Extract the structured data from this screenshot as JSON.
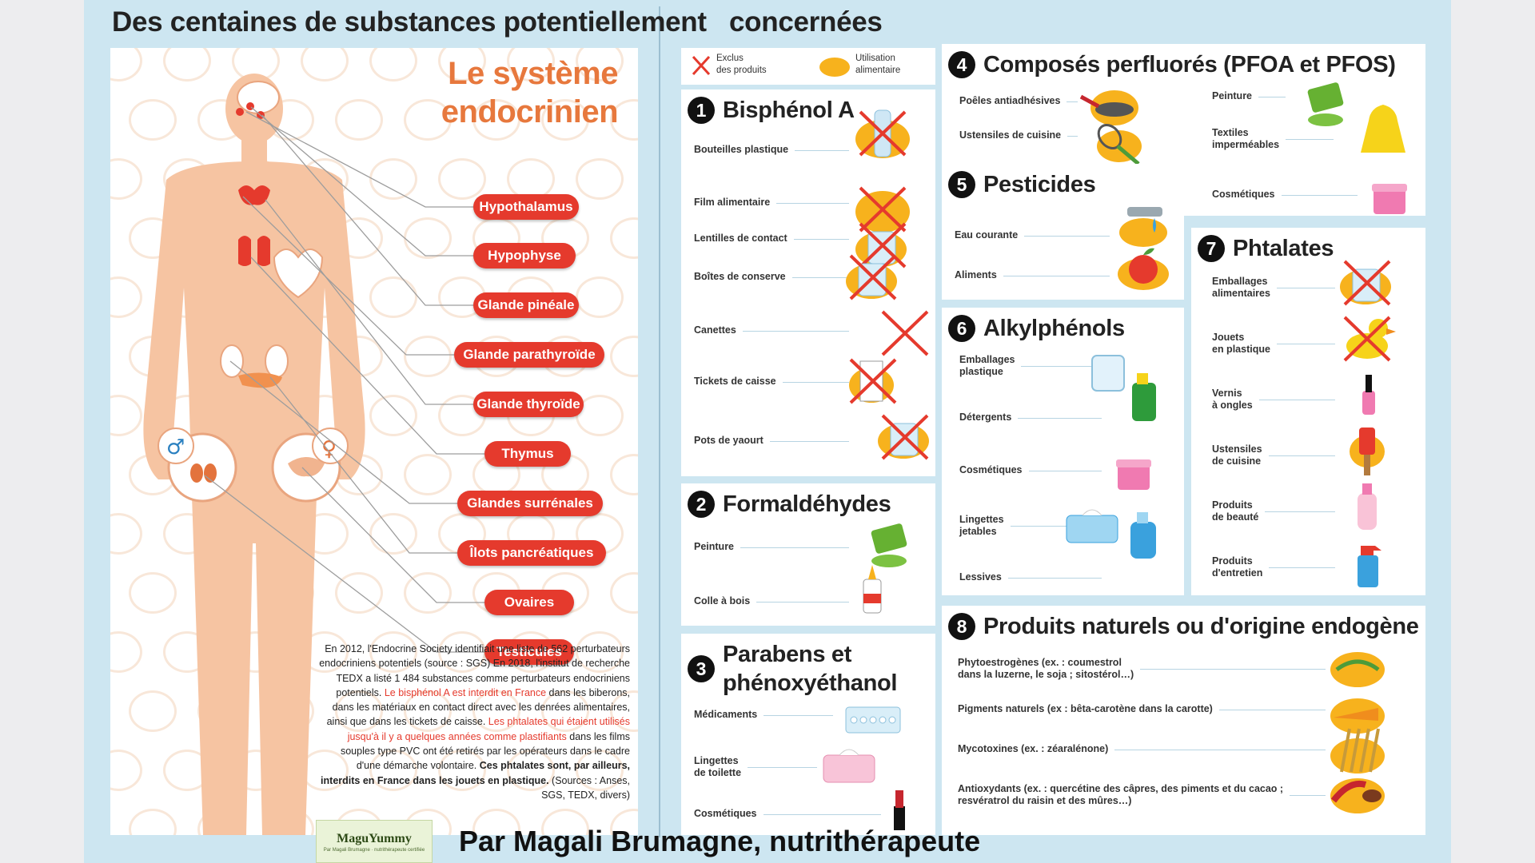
{
  "title": "Des centaines de substances potentiellement   concernées",
  "endocrine": {
    "title_line1": "Le système",
    "title_line2": "endocrinien",
    "glands": [
      "Hypothalamus",
      "Hypophyse",
      "Glande pinéale",
      "Glande parathyroïde",
      "Glande thyroïde",
      "Thymus",
      "Glandes surrénales",
      "Îlots pancréatiques",
      "Ovaires",
      "Testicules"
    ]
  },
  "note": {
    "p1": "En 2012, l'Endocrine Society identifiait une liste de 562 perturbateurs endocriniens potentiels",
    "p1_src": "(source : SGS)",
    "p2": "En 2018, l'institut de recherche TEDX a listé 1 484 substances comme perturbateurs endocriniens potentiels.",
    "p3_red": "Le bisphénol A est interdit en France",
    "p3": "dans les biberons, dans les matériaux en contact direct avec les denrées alimentaires, ainsi que dans les tickets de caisse.",
    "p4_red": "Les phtalates qui étaient utilisés jusqu'à il y a quelques années comme plastifiants",
    "p4": "dans les films souples type PVC ont été retirés par les opérateurs dans le cadre d'une démarche volontaire.",
    "p5": "Ces phtalates sont, par ailleurs, interdits en France dans les jouets en plastique.",
    "sources": "(Sources : Anses, SGS, TEDX, divers)"
  },
  "legend": {
    "excluded_line1": "Exclus",
    "excluded_line2": "des produits",
    "food_line1": "Utilisation",
    "food_line2": "alimentaire",
    "excluded_icon": "red-cross-icon",
    "food_icon": "orange-dot-icon"
  },
  "sections": [
    {
      "num": "1",
      "title": "Bisphénol A",
      "items": [
        "Bouteilles plastique",
        "Film alimentaire",
        "Lentilles de contact",
        "Boîtes de conserve",
        "Canettes",
        "Tickets de caisse",
        "Pots de yaourt"
      ]
    },
    {
      "num": "2",
      "title": "Formaldéhydes",
      "items": [
        "Peinture",
        "Colle à bois"
      ]
    },
    {
      "num": "3",
      "title_line1": "Parabens et",
      "title_line2": "phénoxyéthanol",
      "items": [
        "Médicaments",
        "Lingettes\nde toilette",
        "Cosmétiques"
      ]
    },
    {
      "num": "4",
      "title": "Composés perfluorés (PFOA et PFOS)",
      "items_left": [
        "Poêles antiadhésives",
        "Ustensiles de cuisine"
      ],
      "items_right": [
        "Peinture",
        "Textiles\nimperméables",
        "Cosmétiques"
      ]
    },
    {
      "num": "5",
      "title": "Pesticides",
      "items": [
        "Eau courante",
        "Aliments"
      ]
    },
    {
      "num": "6",
      "title": "Alkylphénols",
      "items": [
        "Emballages\nplastique",
        "Détergents",
        "Cosmétiques",
        "Lingettes\njetables",
        "Lessives"
      ]
    },
    {
      "num": "7",
      "title": "Phtalates",
      "items": [
        "Emballages\nalimentaires",
        "Jouets\nen plastique",
        "Vernis\nà ongles",
        "Ustensiles\nde cuisine",
        "Produits\nde beauté",
        "Produits\nd'entretien"
      ]
    },
    {
      "num": "8",
      "title": "Produits naturels ou d'origine endogène",
      "items": [
        "Phytoestrogènes (ex. : coumestrol\ndans la luzerne, le soja ; sitostérol…)",
        "Pigments naturels (ex : bêta-carotène dans la carotte)",
        "Mycotoxines (ex. : zéaralénone)",
        "Antioxydants (ex. : quercétine des câpres, des piments et du cacao ;\nresvératrol du raisin et des mûres…)"
      ]
    }
  ],
  "footer": "Par Magali Brumagne, nutrithérapeute",
  "logo": {
    "name": "MaguYummy",
    "tagline": "Par Magali Brumagne · nutrithérapeute certifiée"
  },
  "colors": {
    "red": "#e53a2d",
    "orange": "#f7b21d",
    "title_orange": "#e7783d",
    "skin": "#f6c4a2",
    "frame": "#cde6f1"
  }
}
